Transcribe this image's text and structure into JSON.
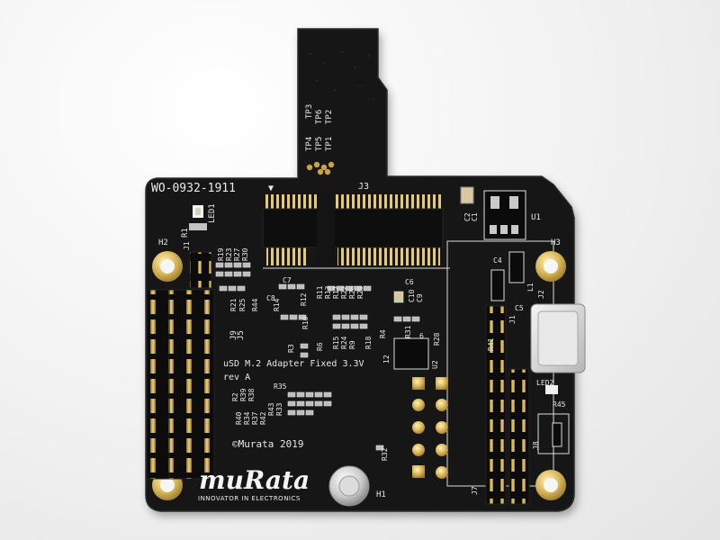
{
  "board": {
    "part_number": "WO-0932-1911",
    "title_line1": "uSD M.2 Adapter Fixed 3.3V",
    "title_line2": "rev A",
    "copyright": "©Murata 2019",
    "brand": "muRata",
    "tagline": "INNOVATOR IN ELECTRONICS",
    "colors": {
      "pcb": "#141414",
      "silk": "#e9e9e9",
      "gold": "#d9b75a"
    }
  },
  "labels": {
    "j3": "J3",
    "led1": "LED1",
    "r1": "R1",
    "j1": "J1",
    "h2": "H2",
    "h3": "H3",
    "h1": "H1",
    "u1": "U1",
    "c2": "C2",
    "c1": "C1",
    "c4": "C4",
    "c5": "C5",
    "l1": "L1",
    "u2": "U2",
    "j2": "J2",
    "j7": "J7",
    "j8": "J8",
    "j9": "J9",
    "j5": "J5",
    "r41": "R41",
    "led2": "LED2",
    "r45": "R45",
    "r32": "R32",
    "c7": "C7",
    "c8": "C8",
    "c6": "C6",
    "c10": "C10",
    "c9": "C9",
    "r19": "R19",
    "r23": "R23",
    "r27": "R27",
    "r30": "R30",
    "r11": "R11",
    "r13": "R13",
    "r17": "R17",
    "r22": "R22",
    "r26": "R26",
    "r29": "R29",
    "r14": "R14",
    "r12": "R12",
    "r10": "R10",
    "r15": "R15",
    "r24": "R24",
    "r9": "R9",
    "r18": "R18",
    "r4": "R4",
    "r31": "R31",
    "r28": "R28",
    "r3": "R3",
    "r6": "R6",
    "r2": "R2",
    "r39": "R39",
    "r38": "R38",
    "r40": "R40",
    "r34": "R34",
    "r37": "R37",
    "r42": "R42",
    "r43": "R43",
    "r33": "R33",
    "r35": "R35",
    "r25": "R25",
    "r44": "R44",
    "tp4": "TP4",
    "tp3": "TP3",
    "tp5": "TP5",
    "tp6": "TP6",
    "tp1": "TP1",
    "tp2": "TP2",
    "n12": "12",
    "n6": "6"
  }
}
